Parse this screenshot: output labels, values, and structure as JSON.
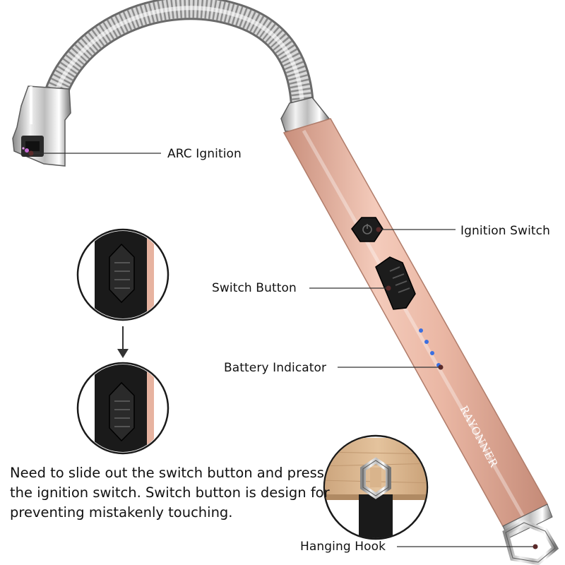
{
  "labels": {
    "arc_ignition": "ARC Ignition",
    "ignition_switch": "Ignition Switch",
    "switch_button": "Switch Button",
    "battery_indicator": "Battery Indicator",
    "hanging_hook": "Hanging Hook"
  },
  "brand": "RAYONNER",
  "description": "Need to slide out the switch button and press the ignition switch. Switch button is design for preventing mistakenly touching.",
  "colors": {
    "body_rose_gold": "#e7b3a0",
    "chrome": "#c9c9c9",
    "button_black": "#1a1a1a",
    "indicator_blue": "#3b6fe0",
    "wood": "#d9b48c"
  },
  "battery_leds": 4
}
